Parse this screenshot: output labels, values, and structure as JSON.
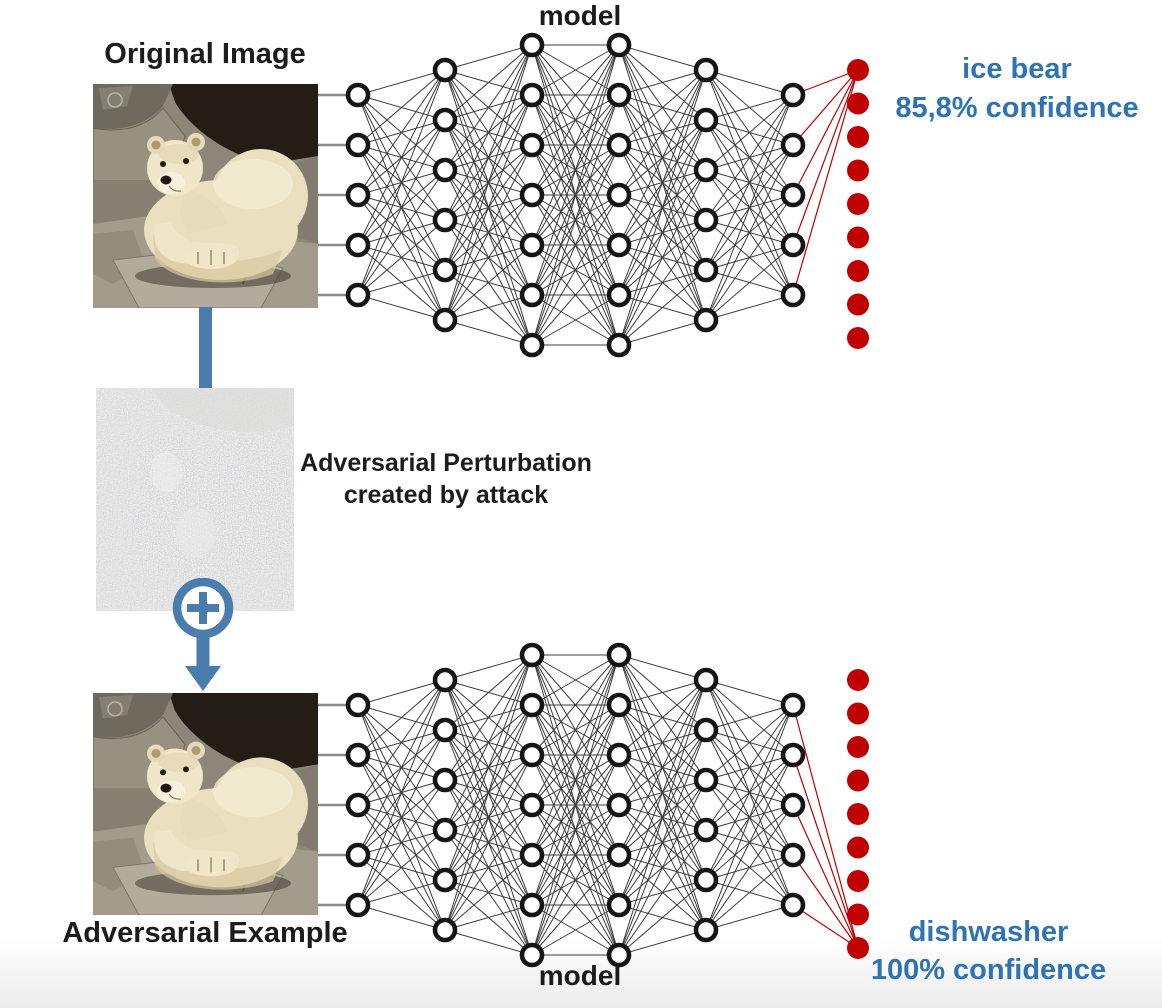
{
  "labels": {
    "original_image": "Original Image",
    "model_top": "model",
    "model_bottom": "model",
    "perturbation_line1": "Adversarial Perturbation",
    "perturbation_line2": "created by attack",
    "adversarial_example": "Adversarial Example"
  },
  "predictions": {
    "top": {
      "class_name": "ice bear",
      "confidence": "85,8% confidence"
    },
    "bottom": {
      "class_name": "dishwasher",
      "confidence": "100% confidence"
    }
  },
  "network": {
    "layers": [
      5,
      6,
      7,
      7,
      6,
      5
    ],
    "output_dots": 9,
    "top_highlight_index": 0,
    "bottom_highlight_index": 8
  },
  "icons": {
    "plus_circle": "plus-circle-icon",
    "arrow_down": "arrow-down-icon"
  },
  "colors": {
    "label_text": "#1c1c1c",
    "prediction_text": "#2e74b5",
    "arrow_blue": "#4a7dad",
    "output_red": "#c00000",
    "node_stroke": "#151515",
    "connection": "#3c3c3c",
    "input_line": "#8a8a8a"
  }
}
